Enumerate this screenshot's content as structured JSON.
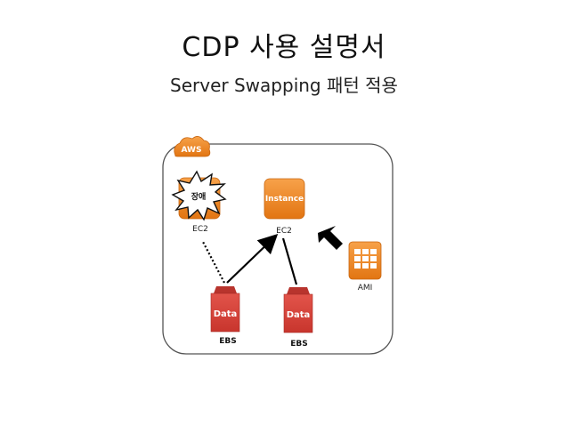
{
  "slide": {
    "title": "CDP 사용 설명서",
    "subtitle": "Server Swapping 패턴 적용"
  },
  "diagram": {
    "cloud_badge": "AWS",
    "failed_server": {
      "badge": "장애",
      "label": "EC2"
    },
    "instance": {
      "label": "Instance",
      "caption": "EC2"
    },
    "ami": {
      "caption": "AMI"
    },
    "volumes": [
      {
        "label": "Data",
        "caption": "EBS"
      },
      {
        "label": "Data",
        "caption": "EBS"
      }
    ]
  },
  "colors": {
    "aws_orange": "#f08a24",
    "ebs_red": "#d9433b",
    "frame": "#555555"
  }
}
